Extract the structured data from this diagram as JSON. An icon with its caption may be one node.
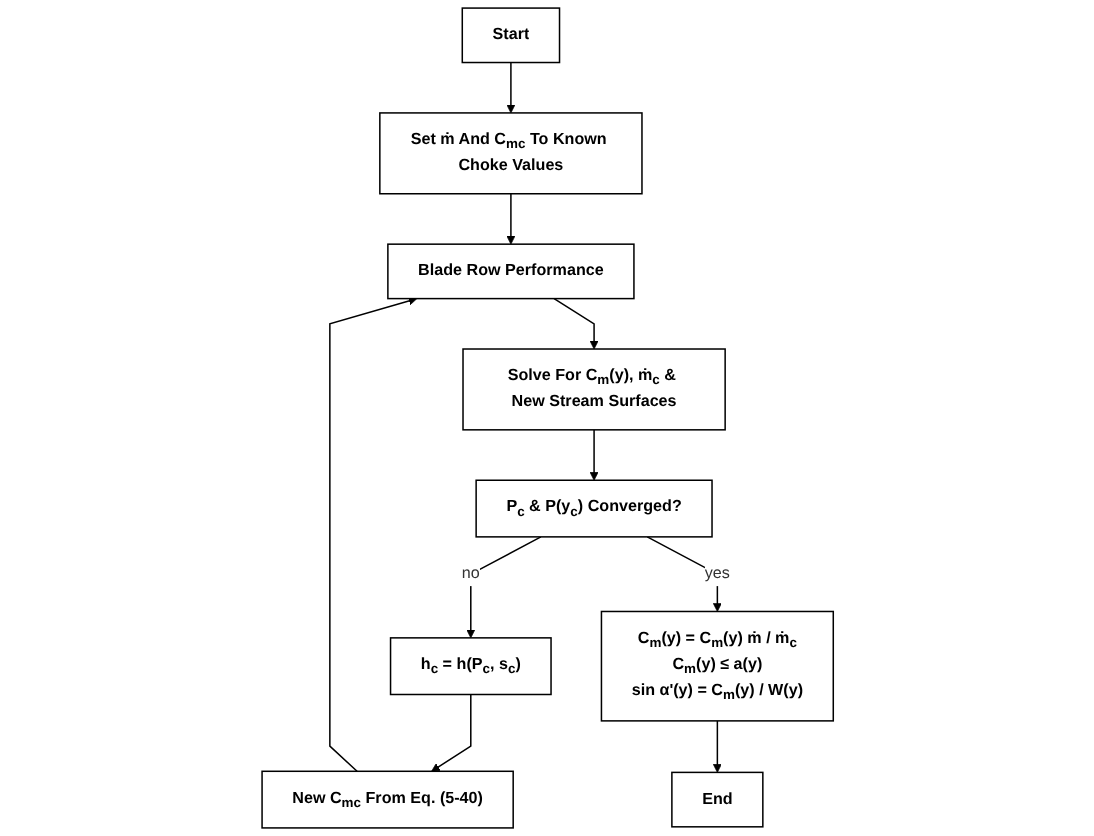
{
  "diagram": {
    "nodes": [
      {
        "text": [
          "Blade Row Performance"
        ]
      },
      {
        "text": [
          "Solve For C$_{m}$(y), ṁ$_{c}$ & New Stream Surfaces"
        ]
      },
      {
        "text": [
          "P$_{c}$ & P(y$_{c}$) Converged?"
        ]
      },
      {
        "text": [
          "h$_{c}$ = h(P$_{c}$, s$_{c}$)"
        ]
      },
      {
        "text": [
          "New C$_{mc}$ From Eq. (5-40)"
        ]
      },
      {
        "text": [
          "C$_{m}$(y) = C$_{m}$(y)  ṁ / ṁ$_{c}$",
          "C$_{m}$(y) ≤ a(y)",
          "sin α'(y) = C$_{m}$(y) / W(y)"
        ]
      },
      {
        "text": [
          "End"
        ]
      },
      {
        "text": [
          "Start"
        ]
      },
      {
        "text": [
          "Set ṁ And C$_{mc}$ To Known Choke Values"
        ]
      }
    ],
    "edges": [
      {
        "from": 0,
        "to": 1,
        "arrow": "to"
      },
      {
        "from": 1,
        "to": 2,
        "arrow": "to"
      },
      {
        "from": 2,
        "to": 3,
        "arrow": "to",
        "label": "no"
      },
      {
        "from": 3,
        "to": 4,
        "arrow": "to"
      },
      {
        "from": 4,
        "to": 0,
        "arrow": "to"
      },
      {
        "from": 2,
        "to": 5,
        "arrow": "to",
        "label": "yes"
      },
      {
        "from": 5,
        "to": 6,
        "arrow": "to"
      },
      {
        "from": 7,
        "to": 8,
        "arrow": "to"
      },
      {
        "from": 8,
        "to": 0,
        "arrow": "to"
      }
    ]
  }
}
